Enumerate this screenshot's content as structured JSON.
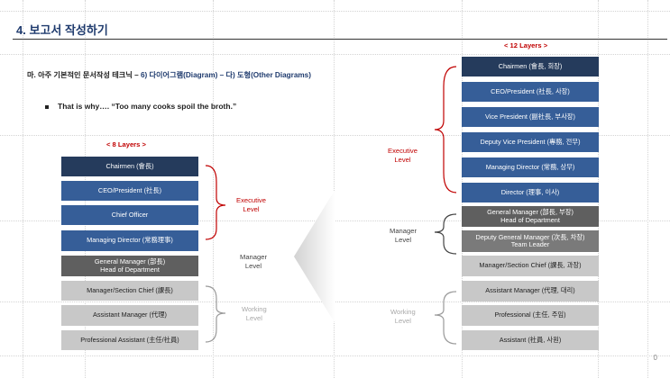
{
  "title": "4. 보고서 작성하기",
  "subtitle": {
    "prefix": "마. 아주 기본적인 문서작성 테크닉 – ",
    "highlight": "6) 다이어그램(Diagram) – 다) 도형(Other Diagrams)"
  },
  "bullet": "That is why…. “Too many cooks spoil the broth.”",
  "left_chart": {
    "heading": "< 8 Layers >",
    "boxes": [
      "Chairmen (會長)",
      "CEO/President (社長)",
      "Chief Officer",
      "Managing Director (常務理事)",
      "General Manager (部長)\nHead of Department",
      "Manager/Section Chief (課長)",
      "Assistant Manager (代理)",
      "Professional Assistant (主任/社員)"
    ],
    "levels": {
      "executive": "Executive\nLevel",
      "manager": "Manager\nLevel",
      "working": "Working\nLevel"
    }
  },
  "right_chart": {
    "heading": "< 12 Layers >",
    "boxes": [
      "Chairmen (會長, 회장)",
      "CEO/President (社長, 사장)",
      "Vice President (副社長, 부사장)",
      "Deputy Vice President (專務, 전무)",
      "Managing Director (常務, 상무)",
      "Director (理事, 이사)",
      "General Manager (部長, 부장)\nHead of Department",
      "Deputy General Manager (次長, 차장)\nTeam Leader",
      "Manager/Section Chief (課長, 과장)",
      "Assistant Manager (代理, 대리)",
      "Professional (主任, 주임)",
      "Assistant (社員, 사원)"
    ],
    "levels": {
      "executive": "Executive\nLevel",
      "manager": "Manager\nLevel",
      "working": "Working\nLevel"
    }
  },
  "page_number": "0"
}
